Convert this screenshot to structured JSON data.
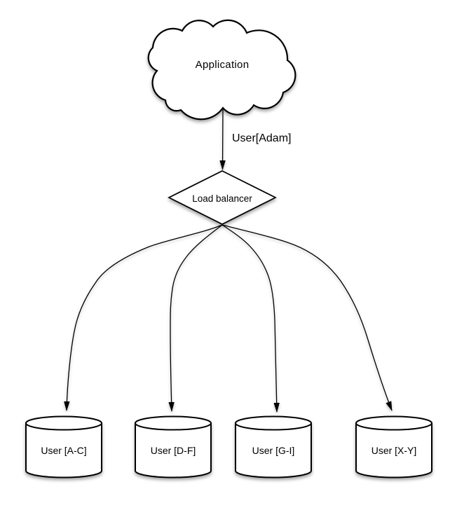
{
  "diagram": {
    "nodes": {
      "application": {
        "label": "Application",
        "shape": "cloud"
      },
      "load_balancer": {
        "label": "Load balancer",
        "shape": "diamond"
      },
      "shards": [
        {
          "label": "User [A-C]",
          "shape": "cylinder"
        },
        {
          "label": "User [D-F]",
          "shape": "cylinder"
        },
        {
          "label": "User [G-I]",
          "shape": "cylinder"
        },
        {
          "label": "User [X-Y]",
          "shape": "cylinder"
        }
      ]
    },
    "edges": {
      "app_to_lb": {
        "label": "User[Adam]"
      }
    },
    "colors": {
      "stroke": "#000000",
      "shape_fill": "#ffffff",
      "text": "#000000",
      "background": "#ffffff",
      "shadow": "rgba(0,0,0,0.35)"
    }
  }
}
